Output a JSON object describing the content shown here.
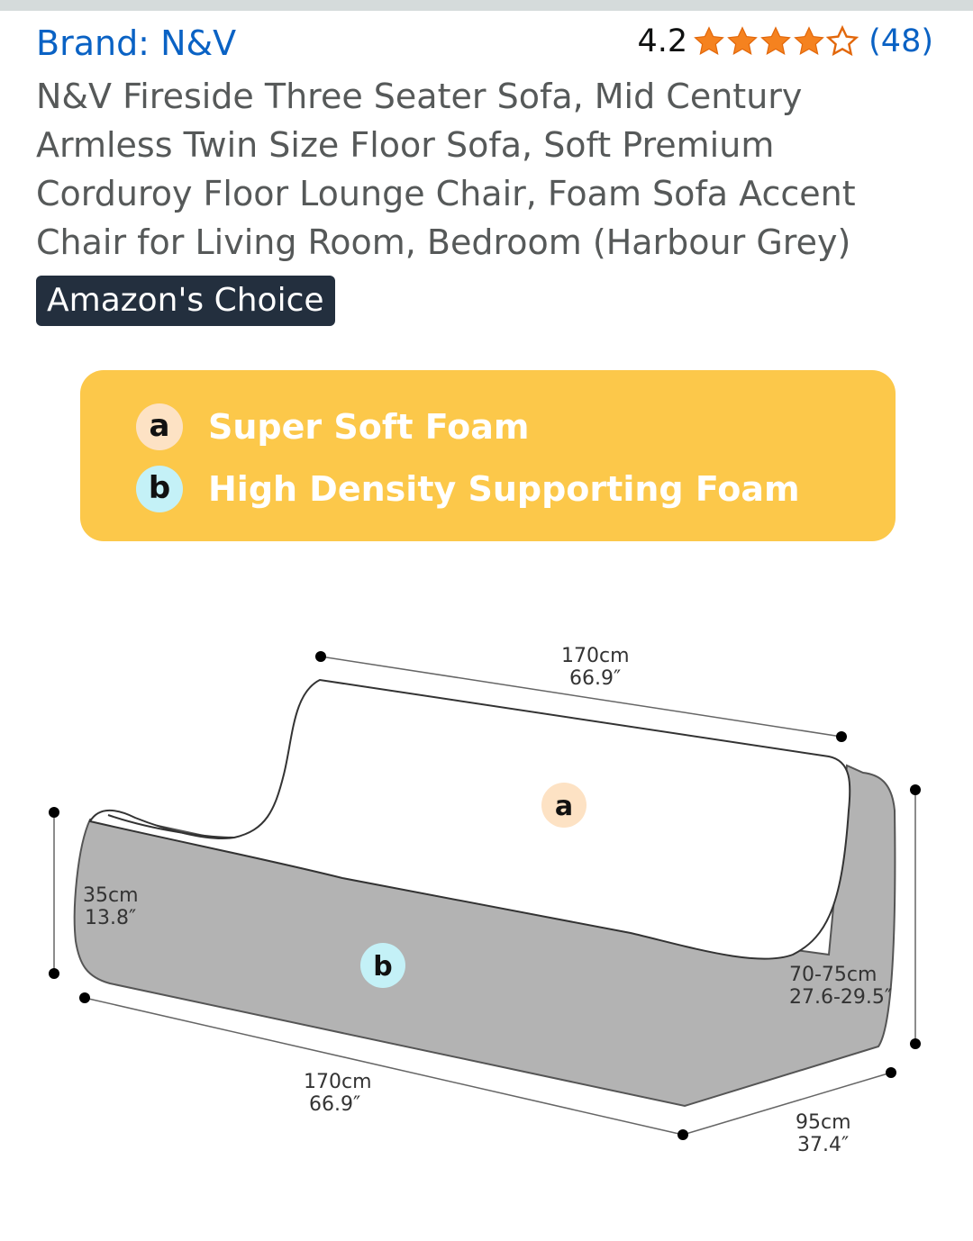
{
  "header": {
    "brand": "Brand: N&V",
    "rating_value": "4.2",
    "rating_stars": 4.2,
    "review_count": "(48)",
    "star_color": "#f5821f"
  },
  "product": {
    "title": "N&V Fireside Three Seater Sofa, Mid Century Armless Twin Size Floor Sofa, Soft Premium Corduroy Floor Lounge Chair, Foam Sofa Accent Chair for Living Room, Bedroom (Harbour Grey)",
    "badge": "Amazon's Choice"
  },
  "image": {
    "legend": [
      {
        "key": "a",
        "label": "Super Soft Foam"
      },
      {
        "key": "b",
        "label": "High Density Supporting Foam"
      }
    ],
    "dimensions": {
      "top_width_cm": "170cm",
      "top_width_in": "66.9″",
      "base_height_cm": "35cm",
      "base_height_in": "13.8″",
      "back_height_cm": "70-75cm",
      "back_height_in": "27.6-29.5″",
      "bottom_width_cm": "170cm",
      "bottom_width_in": "66.9″",
      "depth_cm": "95cm",
      "depth_in": "37.4″"
    },
    "marker_a": "a",
    "marker_b": "b",
    "colors": {
      "legend_bg": "#fcc84a",
      "foam_a": "#ffffff",
      "foam_b": "#b3b3b3"
    }
  }
}
